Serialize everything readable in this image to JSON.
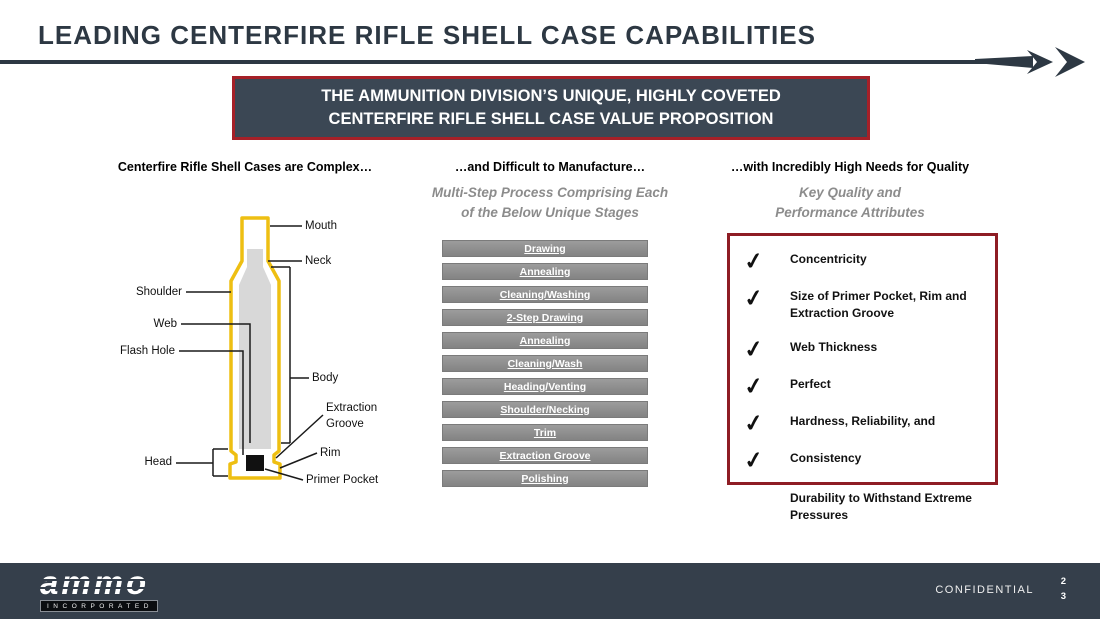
{
  "title": "LEADING CENTERFIRE RIFLE SHELL CASE CAPABILITIES",
  "banner": {
    "line1": "THE AMMUNITION DIVISION’S UNIQUE, HIGHLY COVETED",
    "line2": "CENTERFIRE RIFLE SHELL CASE VALUE PROPOSITION"
  },
  "left": {
    "header": "Centerfire Rifle Shell Cases are Complex…",
    "diagram_labels": {
      "mouth": "Mouth",
      "neck": "Neck",
      "shoulder": "Shoulder",
      "web": "Web",
      "flash_hole": "Flash Hole",
      "body": "Body",
      "extraction1": "Extraction",
      "extraction2": "Groove",
      "rim": "Rim",
      "head": "Head",
      "primer_pocket": "Primer Pocket"
    }
  },
  "middle": {
    "header": "…and Difficult to Manufacture…",
    "sub1": "Multi-Step Process Comprising Each",
    "sub2": "of the Below Unique Stages",
    "stages": [
      "Drawing",
      "Annealing",
      "Cleaning/Washing",
      "2-Step Drawing",
      "Annealing",
      "Cleaning/Wash",
      "Heading/Venting",
      "Shoulder/Necking",
      "Trim",
      "Extraction Groove",
      "Polishing"
    ]
  },
  "right": {
    "header": "…with Incredibly High Needs for Quality",
    "sub1": "Key Quality and",
    "sub2": "Performance Attributes",
    "items": [
      "Concentricity",
      "Size of Primer Pocket, Rim and Extraction Groove",
      "Web Thickness",
      "Perfect",
      "Hardness, Reliability, and",
      "Consistency"
    ],
    "footnote1": "Durability to Withstand Extreme",
    "footnote2": "Pressures"
  },
  "footer": {
    "logo_word": "ammo",
    "logo_sub": "INCORPORATED",
    "confidential": "CONFIDENTIAL",
    "page_top": "2",
    "page_bottom": "3"
  },
  "icons": {
    "check": "✓"
  },
  "colors": {
    "slate": "#2d3843",
    "banner-bg": "#3b4754",
    "banner-border": "#a52028",
    "box-border": "#8e1d24",
    "bar-gray": "#8e8e8e",
    "sub-gray": "#8c8c8c",
    "gold": "#eebf12"
  }
}
